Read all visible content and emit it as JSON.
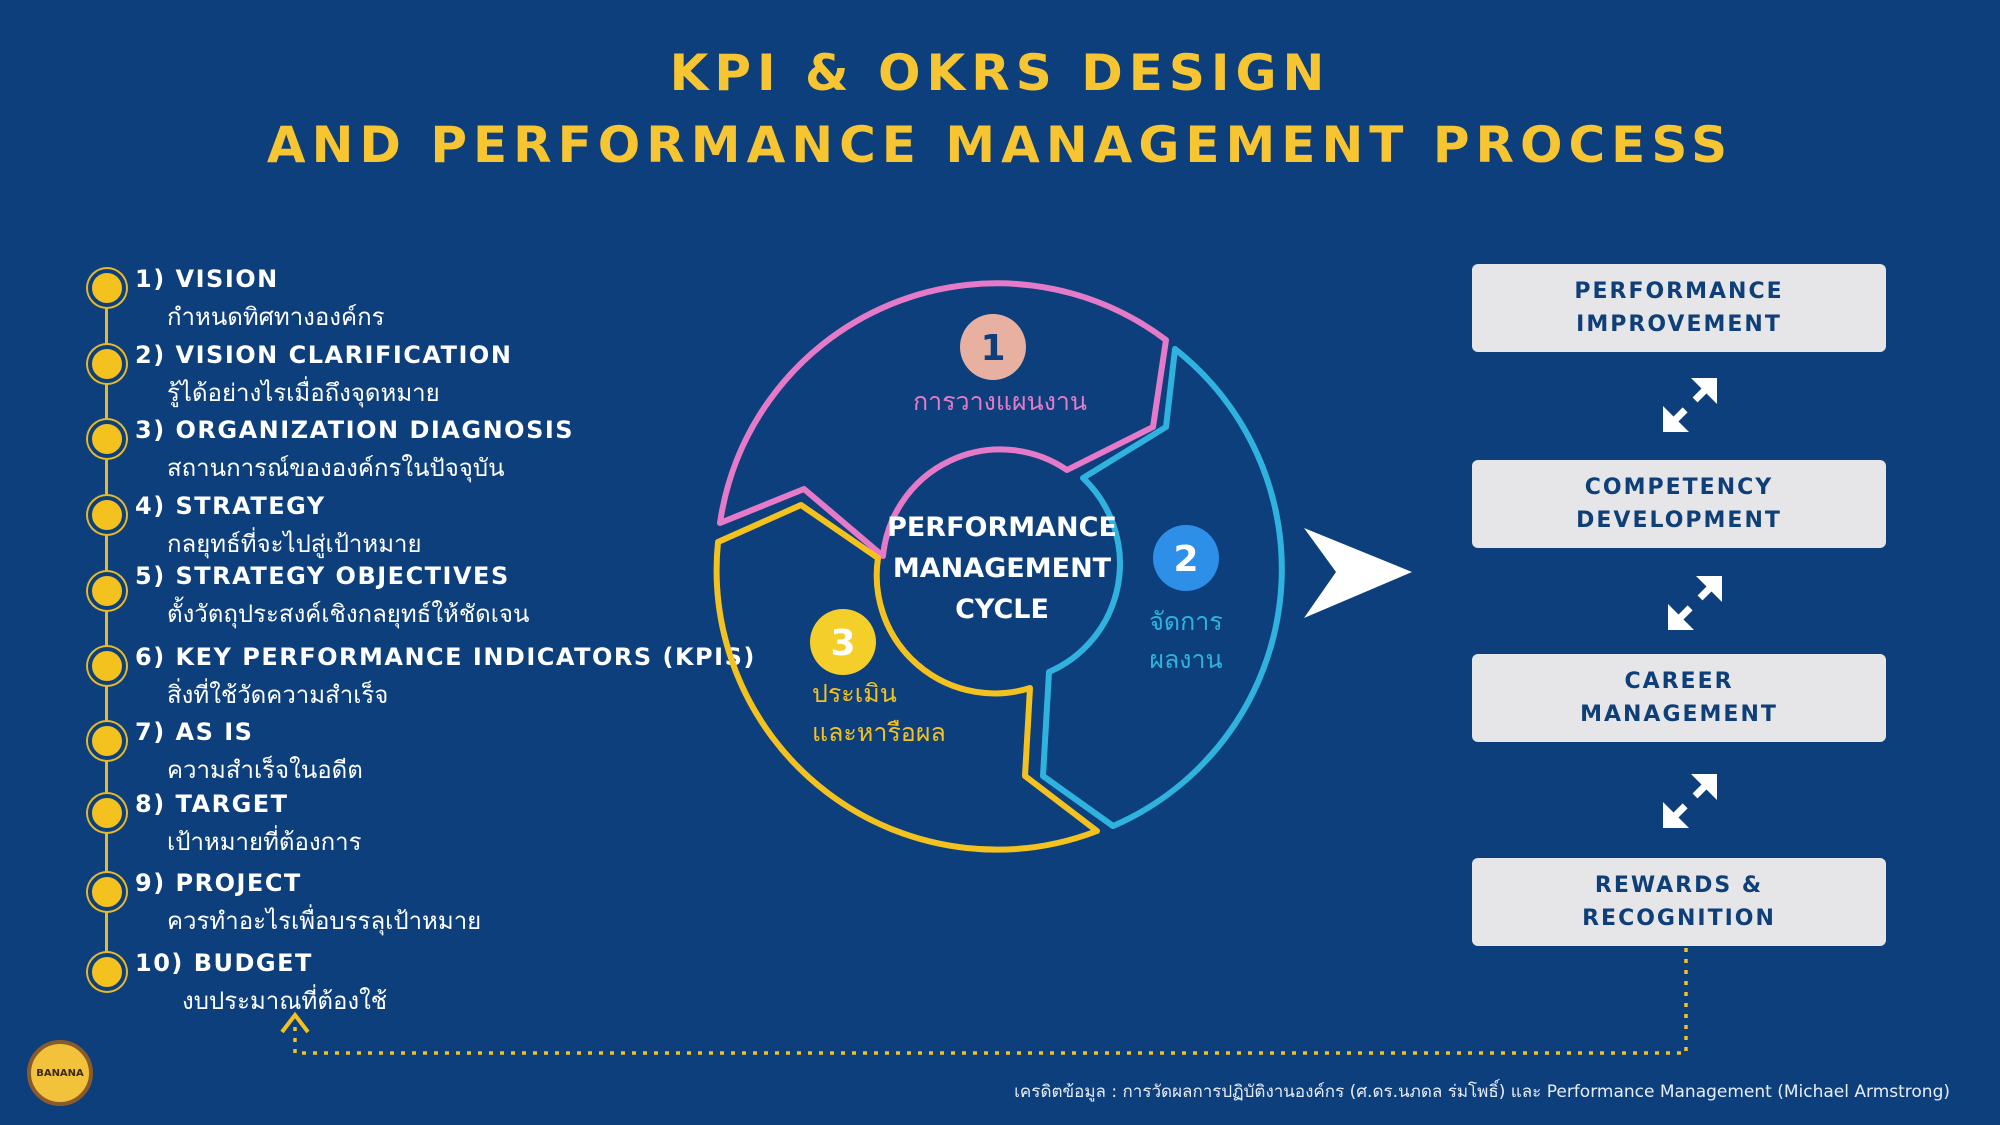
{
  "header": {
    "title_line1": "KPI & OKRS DESIGN",
    "title_line2": "AND PERFORMANCE MANAGEMENT PROCESS"
  },
  "steps": [
    {
      "title": "1) VISION",
      "subtitle": "กำหนดทิศทางองค์กร"
    },
    {
      "title": "2) VISION CLARIFICATION",
      "subtitle": "รู้ได้อย่างไรเมื่อถึงจุดหมาย"
    },
    {
      "title": "3) ORGANIZATION DIAGNOSIS",
      "subtitle": "สถานการณ์ขององค์กรในปัจจุบัน"
    },
    {
      "title": "4) STRATEGY",
      "subtitle": "กลยุทธ์ที่จะไปสู่เป้าหมาย"
    },
    {
      "title": "5) STRATEGY OBJECTIVES",
      "subtitle": "ตั้งวัตถุประสงค์เชิงกลยุทธ์ให้ชัดเจน"
    },
    {
      "title": "6) KEY PERFORMANCE INDICATORS (KPIS)",
      "subtitle": "สิ่งที่ใช้วัดความสำเร็จ"
    },
    {
      "title": "7) AS IS",
      "subtitle": "ความสำเร็จในอดีต"
    },
    {
      "title": "8) TARGET",
      "subtitle": "เป้าหมายที่ต้องการ"
    },
    {
      "title": "9) PROJECT",
      "subtitle": "ควรทำอะไรเพื่อบรรลุเป้าหมาย"
    },
    {
      "title": "10) BUDGET",
      "subtitle": "งบประมาณที่ต้องใช้"
    }
  ],
  "cycle": {
    "center_line1": "PERFORMANCE",
    "center_line2": "MANAGEMENT",
    "center_line3": "CYCLE",
    "stage1": {
      "number": "1",
      "label": "การวางแผนงาน"
    },
    "stage2": {
      "number": "2",
      "label_line1": "จัดการ",
      "label_line2": "ผลงาน"
    },
    "stage3": {
      "number": "3",
      "label_line1": "ประเมิน",
      "label_line2": "และหารือผล"
    }
  },
  "outcomes": [
    {
      "label": "PERFORMANCE\nIMPROVEMENT"
    },
    {
      "label": "COMPETENCY\nDEVELOPMENT"
    },
    {
      "label": "CAREER\nMANAGEMENT"
    },
    {
      "label": "REWARDS &\nRECOGNITION"
    }
  ],
  "footer": {
    "credit": "เครดิตข้อมูล : การวัดผลการปฏิบัติงานองค์กร (ศ.ดร.นภดล ร่มโพธิ์) และ Performance Management (Michael Armstrong)",
    "logo_text": "BANANA"
  },
  "colors": {
    "background": "#0c3f7c",
    "title": "#f6c531",
    "stage1": "#e57ac9",
    "stage2": "#2fb3de",
    "stage3": "#f4c21f",
    "box": "#e6e6e8"
  }
}
